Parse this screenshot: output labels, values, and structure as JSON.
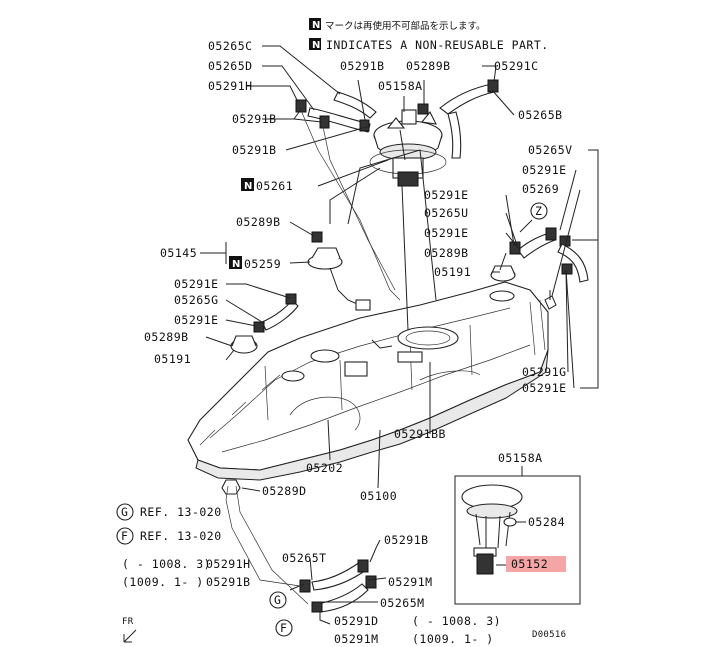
{
  "header": {
    "note_jp": "マークは再使用不可部品を示します。",
    "note_en": "INDICATES A NON-REUSABLE PART.",
    "n_mark": "N"
  },
  "labels": {
    "p05265C": "05265C",
    "p05265D": "05265D",
    "p05291H": "05291H",
    "p05291B_a": "05291B",
    "p05291B_b": "05291B",
    "p05291B_top": "05291B",
    "p05289B_top": "05289B",
    "p05291C": "05291C",
    "p05158A_top": "05158A",
    "p05265B": "05265B",
    "p05261": "05261",
    "p05265V": "05265V",
    "p05291E_r1": "05291E",
    "p05269": "05269",
    "p05291E_m1": "05291E",
    "p05265U": "05265U",
    "p05291E_m2": "05291E",
    "p05289B_m": "05289B",
    "p05191_m": "05191",
    "p05289B_l": "05289B",
    "p05145": "05145",
    "p05259": "05259",
    "p05291E_l1": "05291E",
    "p05265G": "05265G",
    "p05291E_l2": "05291E",
    "p05289B_l2": "05289B",
    "p05191_l": "05191",
    "p05291G": "05291G",
    "p05291E_r2": "05291E",
    "p05291BB": "05291BB",
    "p05202": "05202",
    "p05100": "05100",
    "p05289D": "05289D",
    "p05158A_box": "05158A",
    "p05284": "05284",
    "p05152": "05152",
    "p05265T": "05265T",
    "p05291B_bot": "05291B",
    "p05291M_a": "05291M",
    "p05265M": "05265M",
    "cut_z": "Z"
  },
  "refs": [
    {
      "mark": "G",
      "text": "REF. 13-020"
    },
    {
      "mark": "F",
      "text": "REF. 13-020"
    }
  ],
  "bottom_notes": {
    "row1_range": "( - 1008. 3)",
    "row1_part": "05291H",
    "row2_range": "(1009. 1- )",
    "row2_part": "05291B",
    "row3_part": "05291D",
    "row3_range": "( - 1008. 3)",
    "row4_part": "05291M",
    "row4_range": "(1009. 1- )",
    "mark_g": "G",
    "mark_f": "F"
  },
  "footer": {
    "direction": "FR",
    "diagram_code": "D00516"
  },
  "colors": {
    "highlight": "#f4a6a6",
    "ink": "#111111"
  }
}
